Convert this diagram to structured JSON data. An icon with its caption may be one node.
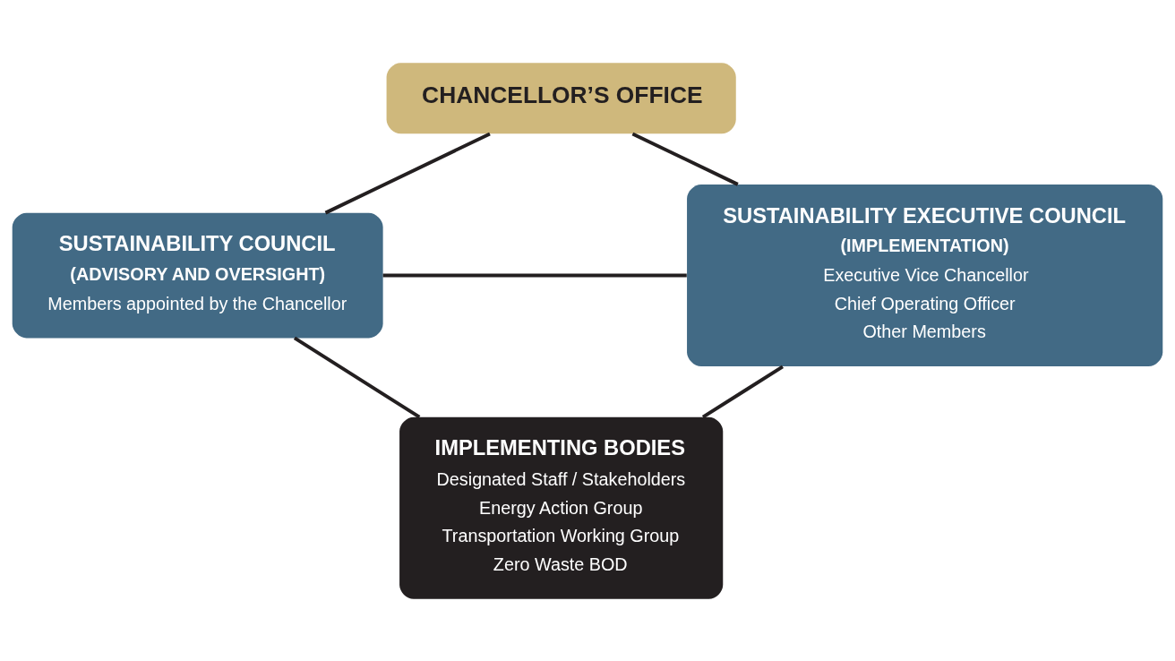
{
  "diagram": {
    "nodes": [
      {
        "text": [
          "CHANCELLOR’S OFFICE"
        ]
      },
      {
        "text": [
          "SUSTAINABILITY COUNCIL",
          "(ADVISORY AND OVERSIGHT)",
          "Members appointed by the Chancellor"
        ]
      },
      {
        "text": [
          "SUSTAINABILITY EXECUTIVE COUNCIL",
          "(IMPLEMENTATION)",
          "Executive Vice Chancellor",
          "Chief Operating Officer",
          "Other Members"
        ]
      },
      {
        "text": [
          "IMPLEMENTING BODIES",
          "Designated Staff / Stakeholders",
          "Energy Action Group",
          "Transportation Working Group",
          "Zero Waste BOD"
        ]
      }
    ],
    "edges": [
      {
        "from": 0,
        "to": 1,
        "arrow": "none"
      },
      {
        "from": 0,
        "to": 2,
        "arrow": "none"
      },
      {
        "from": 1,
        "to": 2,
        "arrow": "none"
      },
      {
        "from": 1,
        "to": 3,
        "arrow": "none"
      },
      {
        "from": 2,
        "to": 3,
        "arrow": "none"
      }
    ]
  }
}
